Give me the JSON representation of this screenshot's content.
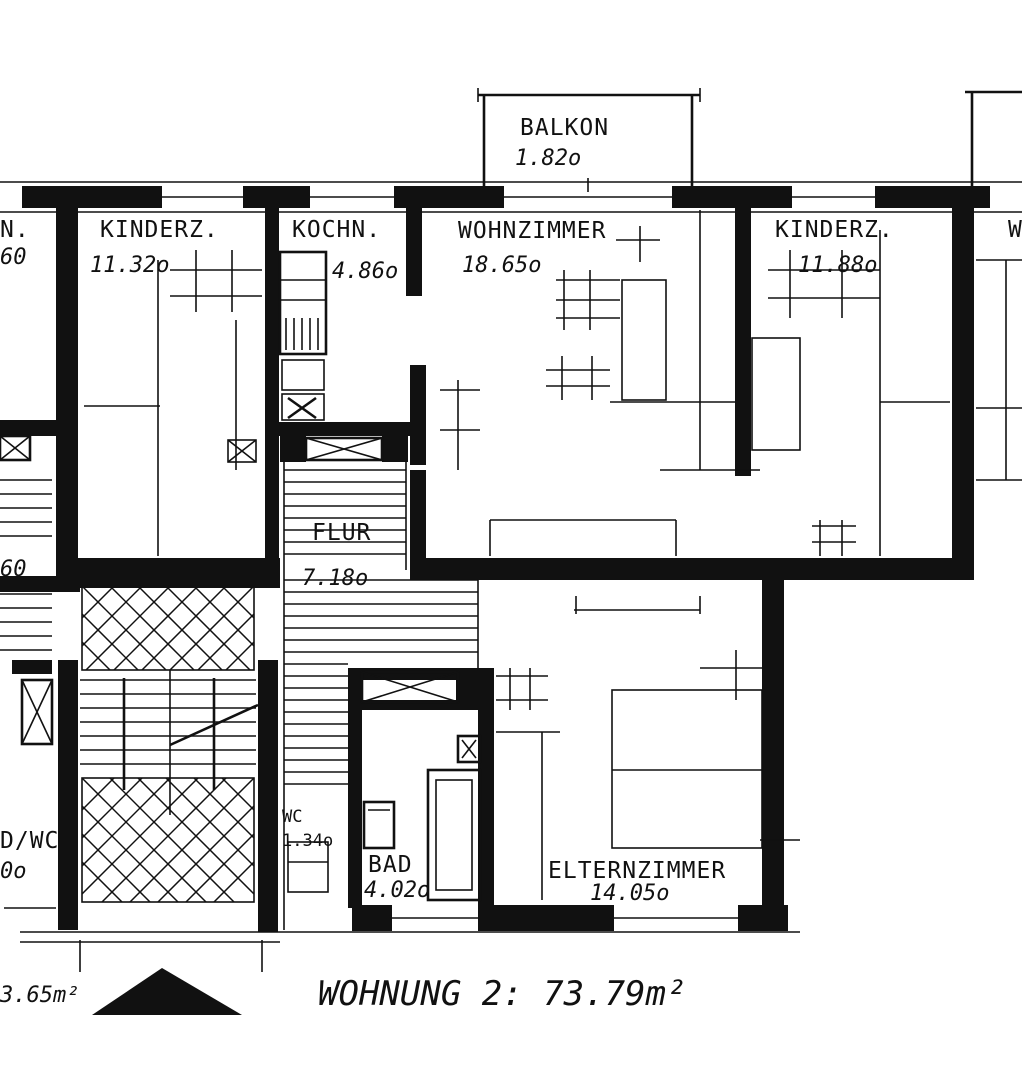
{
  "rooms": {
    "balkon": {
      "label": "BALKON",
      "area": "1.82o"
    },
    "kinderz_left": {
      "label": "KINDERZ.",
      "area": "11.32o"
    },
    "kochn": {
      "label": "KOCHN.",
      "area": "4.86o"
    },
    "wohnzimmer": {
      "label": "WOHNZIMMER",
      "area": "18.65o"
    },
    "kinderz_right": {
      "label": "KINDERZ.",
      "area": "11.88o"
    },
    "flur": {
      "label": "FLUR",
      "area": "7.18o"
    },
    "wc": {
      "label": "WC",
      "area": "1.34o"
    },
    "bad": {
      "label": "BAD",
      "area": "4.02o"
    },
    "elternzimmer": {
      "label": "ELTERNZIMMER",
      "area": "14.05o"
    }
  },
  "edge_fragments": {
    "left_top": "N.",
    "left_top_area": "60",
    "left_mid_area": "60",
    "left_bad_wc": "D/WC",
    "left_bad_wc_area": "0o",
    "left_total": "3.65m²",
    "right_top": "W"
  },
  "totals": {
    "wohnung2": "WOHNUNG 2:  73.79m²"
  },
  "colors": {
    "ink": "#111111",
    "paper": "#ffffff"
  }
}
